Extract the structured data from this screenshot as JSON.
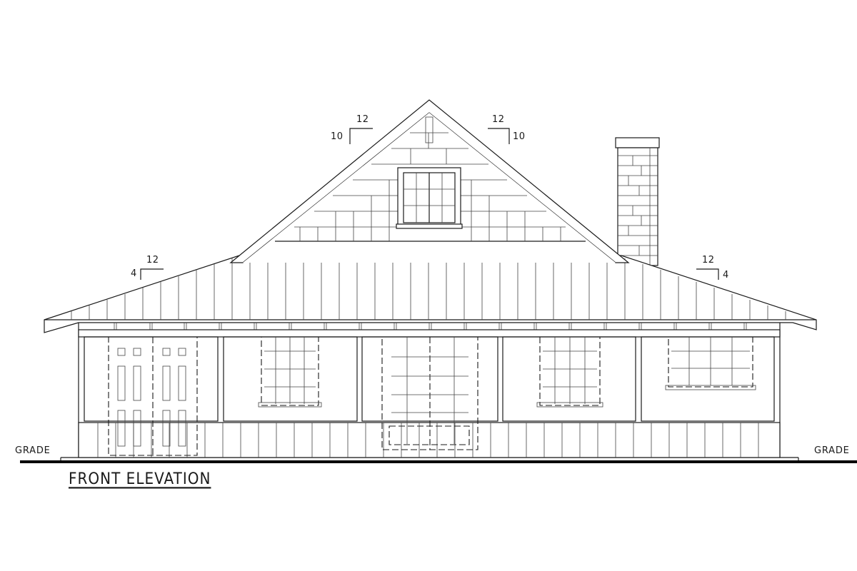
{
  "drawing": {
    "title": "FRONT ELEVATION",
    "grade_left": "GRADE",
    "grade_right": "GRADE",
    "line_color": "#1a1a1a",
    "background": "#ffffff"
  },
  "pitch_labels": {
    "main_left": {
      "rise": "10",
      "run": "12"
    },
    "main_right": {
      "rise": "10",
      "run": "12"
    },
    "porch_left": {
      "rise": "4",
      "run": "12"
    },
    "porch_right": {
      "rise": "4",
      "run": "12"
    }
  },
  "elements": {
    "main_gable": "gable with shingle siding and attic window",
    "chimney": "stone chimney",
    "porch_roof": "board-and-batten porch roof",
    "lattice_panels": 5,
    "openings": [
      "double door left",
      "window",
      "center double door",
      "window",
      "window right"
    ]
  }
}
